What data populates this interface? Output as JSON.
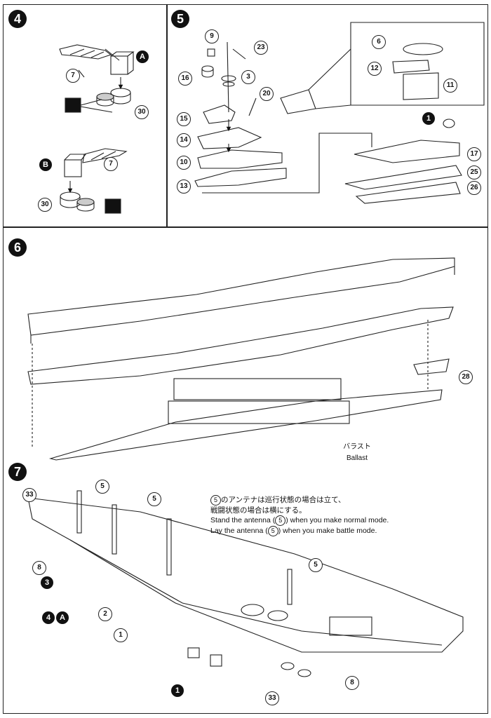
{
  "steps": {
    "s4": "4",
    "s5": "5",
    "s6": "6",
    "s7": "7"
  },
  "step4": {
    "variant_a": "A",
    "variant_b": "B",
    "parts": {
      "p7a": "7",
      "p30a": "30",
      "p7b": "7",
      "p30b": "30"
    }
  },
  "step5": {
    "parts": {
      "p9": "9",
      "p23": "23",
      "p16": "16",
      "p3": "3",
      "p20": "20",
      "p15": "15",
      "p14": "14",
      "p10": "10",
      "p13": "13",
      "p6": "6",
      "p12": "12",
      "p11": "11",
      "sub1": "1",
      "p17": "17",
      "p25": "25",
      "p26": "26"
    }
  },
  "step6": {
    "part28": "28",
    "ballast_jp": "バラスト",
    "ballast_en": "Ballast"
  },
  "step7": {
    "parts": {
      "p33a": "33",
      "p5a": "5",
      "p5b": "5",
      "p5c": "5",
      "p8a": "8",
      "sub3": "3",
      "sub4": "4",
      "subA": "A",
      "p2": "2",
      "p1": "1",
      "sub1b": "1",
      "p33b": "33",
      "p8b": "8"
    },
    "note": {
      "jp1_part": "5",
      "jp1_text": "のアンテナは巡行状態の場合は立て、",
      "jp2": "戦闘状態の場合は横にする。",
      "en1_a": "Stand the antenna (",
      "en1_part": "5",
      "en1_b": ") when you make normal mode.",
      "en2_a": "Lay the antenna (",
      "en2_part": "5",
      "en2_b": ") when you make battle mode."
    }
  }
}
